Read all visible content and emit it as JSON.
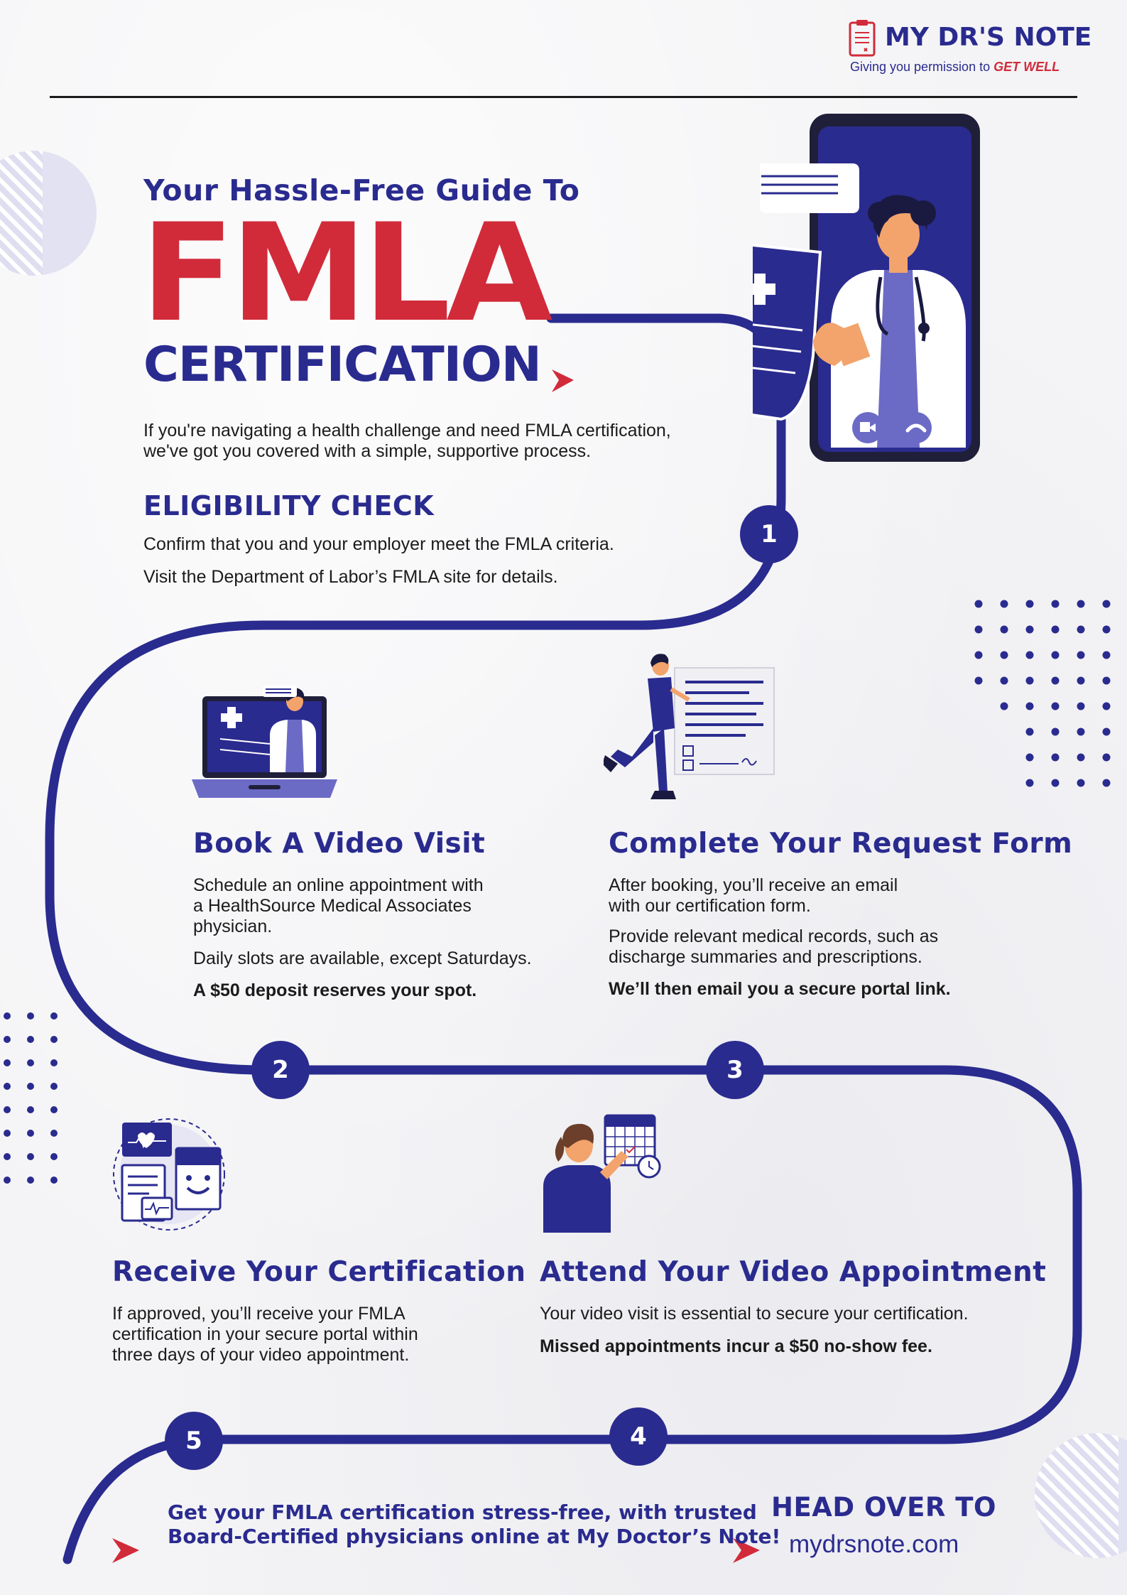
{
  "brand": {
    "name": "MY DR'S NOTE",
    "tagline_prefix": "Giving you permission to",
    "tagline_emphasis": "GET WELL",
    "icon": "clipboard-icon"
  },
  "hero": {
    "pretitle": "Your Hassle-Free Guide To",
    "title": "FMLA",
    "subtitle": "CERTIFICATION",
    "intro_line1": "If you're navigating a health challenge and need FMLA certification,",
    "intro_line2": "we've got you covered with a simple, supportive process."
  },
  "eligibility": {
    "heading": "ELIGIBILITY CHECK",
    "p1": "Confirm that you and your employer meet the FMLA criteria.",
    "p2": "Visit the Department of Labor’s FMLA site for details."
  },
  "steps": [
    {
      "number": "1"
    },
    {
      "number": "2",
      "heading": "Book A Video Visit",
      "p1_l1": "Schedule an online appointment with",
      "p1_l2": "a HealthSource Medical Associates",
      "p1_l3": "physician.",
      "p2": "Daily slots are available, except Saturdays.",
      "p3": "A $50 deposit reserves your spot."
    },
    {
      "number": "3",
      "heading": "Complete Your Request Form",
      "p1_l1": "After booking, you’ll receive an email",
      "p1_l2": "with our certification form.",
      "p2_l1": "Provide relevant medical records, such as",
      "p2_l2": "discharge summaries and prescriptions.",
      "p3": "We’ll then email you a secure portal link."
    },
    {
      "number": "4",
      "heading": "Attend Your Video Appointment",
      "p1": "Your video visit is essential to secure your certification.",
      "p2": "Missed appointments incur a $50 no-show fee."
    },
    {
      "number": "5",
      "heading": "Receive Your Certification",
      "p1_l1": "If approved, you’ll receive your FMLA",
      "p1_l2": "certification in your secure portal within",
      "p1_l3": "three days of your video appointment."
    }
  ],
  "footer": {
    "cta_line1": "Get your FMLA certification stress-free, with trusted",
    "cta_line2": "Board-Certified physicians online at My Doctor’s Note!",
    "head_over": "HEAD OVER TO",
    "url": "mydrsnote.com"
  },
  "colors": {
    "navy": "#2a2b8f",
    "red": "#d12b3a",
    "light_purple": "#dcdcf2"
  }
}
